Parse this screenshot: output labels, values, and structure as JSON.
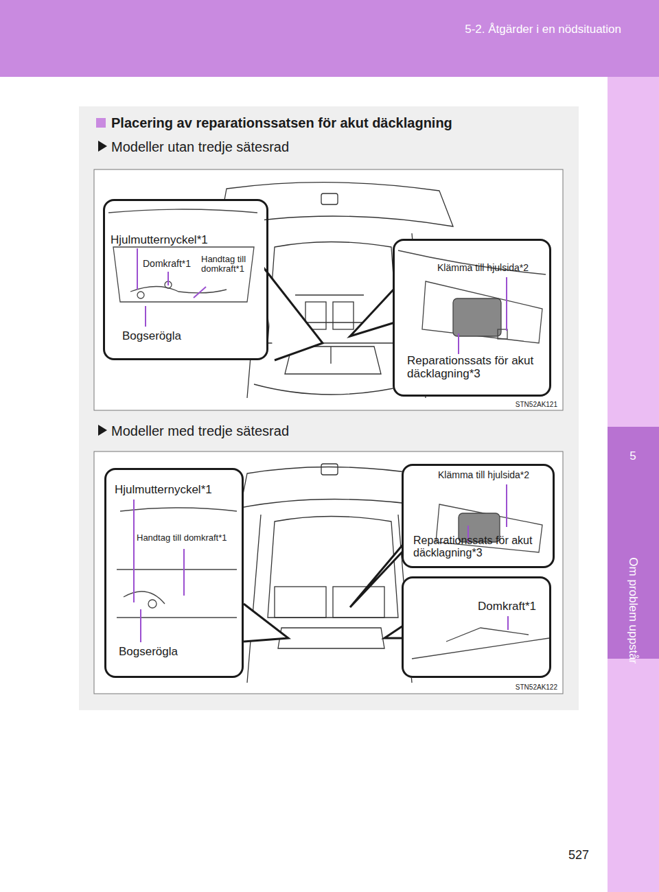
{
  "diagram": {
    "title": "Placering av reparationssatsen för akut däcklagning",
    "nodes": [
      {
        "text": [
          "Hjulmutternyckel*1",
          "Domkraft*1",
          "Handtag till domkraft*1",
          "Bogserögla"
        ]
      },
      {
        "text": [
          "Klämma till hjulsida*2",
          "Reparationssats för akut däcklagning*3"
        ]
      },
      {
        "text": [
          "Hjulmutternyckel*1",
          "Handtag till domkraft*1",
          "Bogserögla"
        ]
      },
      {
        "text": [
          "Klämma till hjulsida*2",
          "Reparationssats för akut däcklagning*3"
        ]
      },
      {
        "text": [
          "Domkraft*1"
        ]
      }
    ],
    "labels": [
      "5-2. Åtgärder i en nödsituation",
      "Modeller utan tredje sätesrad",
      "STN52AK121",
      "Modeller med tredje sätesrad",
      "STN52AK122",
      "5",
      "Om problem uppstår",
      "527"
    ]
  }
}
